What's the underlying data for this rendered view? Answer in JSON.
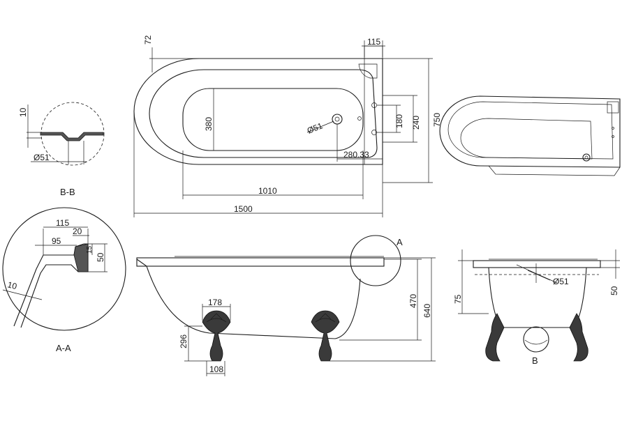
{
  "top_view": {
    "dims": {
      "rim": "72",
      "tap_deck": "115",
      "basin_width": "380",
      "waste_dia": "Ø51",
      "hole_spacing": "180",
      "hole_span": "240",
      "total_width": "750",
      "waste_offset": "280.33",
      "basin_length": "1010",
      "total_length": "1500"
    }
  },
  "section_bb": {
    "caption": "B-B",
    "dims": {
      "height": "10",
      "dia": "Ø51"
    }
  },
  "section_aa": {
    "caption": "A-A",
    "dims": {
      "d115": "115",
      "d20": "20",
      "d95": "95",
      "d15": "15",
      "d50": "50",
      "d10": "10"
    }
  },
  "side_view": {
    "detail_marker": "A",
    "dims": {
      "foot_width": "178",
      "foot_height": "296",
      "foot_base": "108",
      "depth": "470",
      "overall_height": "640"
    }
  },
  "end_view": {
    "detail_marker": "B",
    "dims": {
      "d75": "75",
      "d50": "50",
      "dia": "Ø51"
    }
  }
}
